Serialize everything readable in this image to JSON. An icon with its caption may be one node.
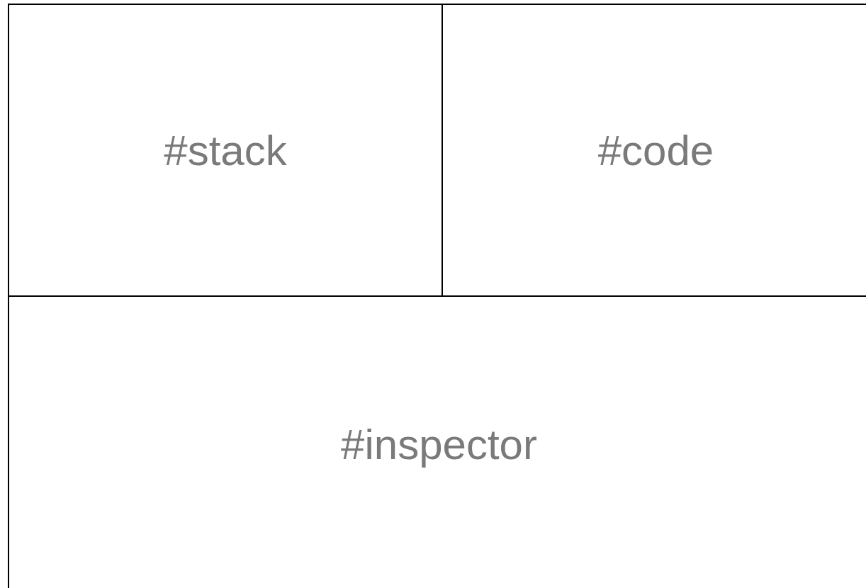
{
  "diagram": {
    "nodes": [
      {
        "text": [
          "#stack"
        ]
      },
      {
        "text": [
          "#code"
        ]
      },
      {
        "text": [
          "#inspector"
        ]
      }
    ]
  }
}
